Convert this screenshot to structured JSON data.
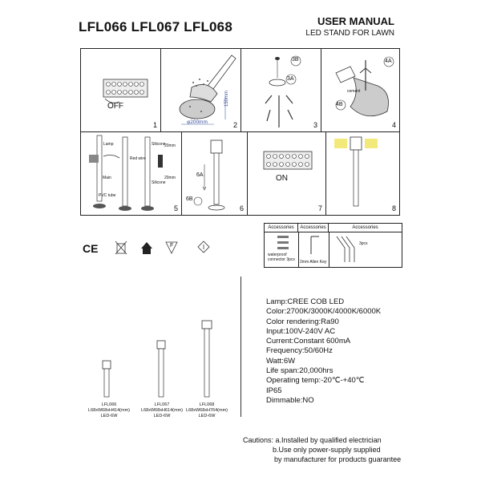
{
  "header": {
    "models": "LFL066 LFL067 LFL068",
    "manual": "USER MANUAL",
    "product": "LED STAND FOR LAWN"
  },
  "steps": {
    "s1": {
      "number": "1",
      "label": "OFF"
    },
    "s2": {
      "number": "2",
      "dim_width": "φ200mm",
      "dim_depth": "150mm"
    },
    "s3": {
      "number": "3",
      "tag_a": "3B",
      "tag_b": "3A"
    },
    "s4": {
      "number": "4",
      "tag_a": "4A",
      "tag_b": "4B",
      "note": "cement"
    },
    "s5": {
      "number": "5",
      "lamp": "Lamp",
      "main": "Main",
      "pvc": "PVC tube",
      "red": "Red wire",
      "silicone1": "Silicone",
      "silicone2": "Silicone",
      "dim1": "20mm",
      "dim2": "20mm"
    },
    "s6": {
      "number": "6",
      "tag_a": "6A",
      "tag_b": "6B"
    },
    "s7": {
      "number": "7",
      "label": "ON"
    },
    "s8": {
      "number": "8"
    }
  },
  "accessories": {
    "header1": "Accessories",
    "header2": "Accessories",
    "header3": "Accessories",
    "item1": "waterproof connector 3pcs",
    "item2": "2mm Allen Key",
    "item3": "3pcs"
  },
  "products": [
    {
      "model": "LFL066",
      "dims": "L68xW68xH414(mm)",
      "power": "LED-6W"
    },
    {
      "model": "LFL067",
      "dims": "L68xW68xH614(mm)",
      "power": "LED-6W"
    },
    {
      "model": "LFL068",
      "dims": "L68xW68xH764(mm)",
      "power": "LED-6W"
    }
  ],
  "specs": [
    "Lamp:CREE COB LED",
    "Color:2700K/3000K/4000K/6000K",
    "Color rendering:Ra90",
    "Input:100V-240V AC",
    "Current:Constant 600mA",
    "Frequency:50/60Hz",
    "Watt:6W",
    "Life span:20,000hrs",
    "Operating temp:-20℃-+40℃",
    "IP65",
    "Dimmable:NO"
  ],
  "cautions": {
    "line1": "Cautions: a.Installed by qualified electrician",
    "line2": "b.Use only power-supply supplied",
    "line3": "by manufacturer for products guarantee"
  },
  "symbols": {
    "ce": "CE",
    "f": "F"
  }
}
